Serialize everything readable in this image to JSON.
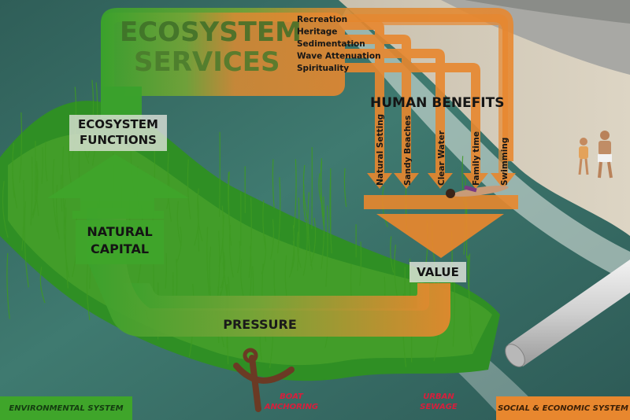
{
  "services": {
    "title_line1": "ECOSYSTEM",
    "title_line2": "SERVICES",
    "items": [
      "Recreation",
      "Heritage",
      "Sedimentation",
      "Wave Attenuation",
      "Spirituality"
    ]
  },
  "benefits": {
    "title": "HUMAN BENEFITS",
    "items": [
      "Natural Setting",
      "Sandy Beaches",
      "Clear Water",
      "Family time",
      "Swimming"
    ]
  },
  "functions": {
    "line1": "ECOSYSTEM",
    "line2": "FUNCTIONS"
  },
  "capital": {
    "line1": "NATURAL",
    "line2": "CAPITAL"
  },
  "value": {
    "label": "VALUE"
  },
  "pressure": {
    "label": "PRESSURE"
  },
  "threats": {
    "anchoring_line1": "BOAT",
    "anchoring_line2": "ANCHORING",
    "sewage_line1": "URBAN",
    "sewage_line2": "SEWAGE"
  },
  "legend": {
    "environmental": "ENVIRONMENTAL SYSTEM",
    "social": "SOCIAL & ECONOMIC SYSTEM"
  },
  "colors": {
    "green": "#3fa52a",
    "orange": "#e8872e",
    "threat_red": "#d81e3c",
    "sea": "#3c6f68"
  }
}
